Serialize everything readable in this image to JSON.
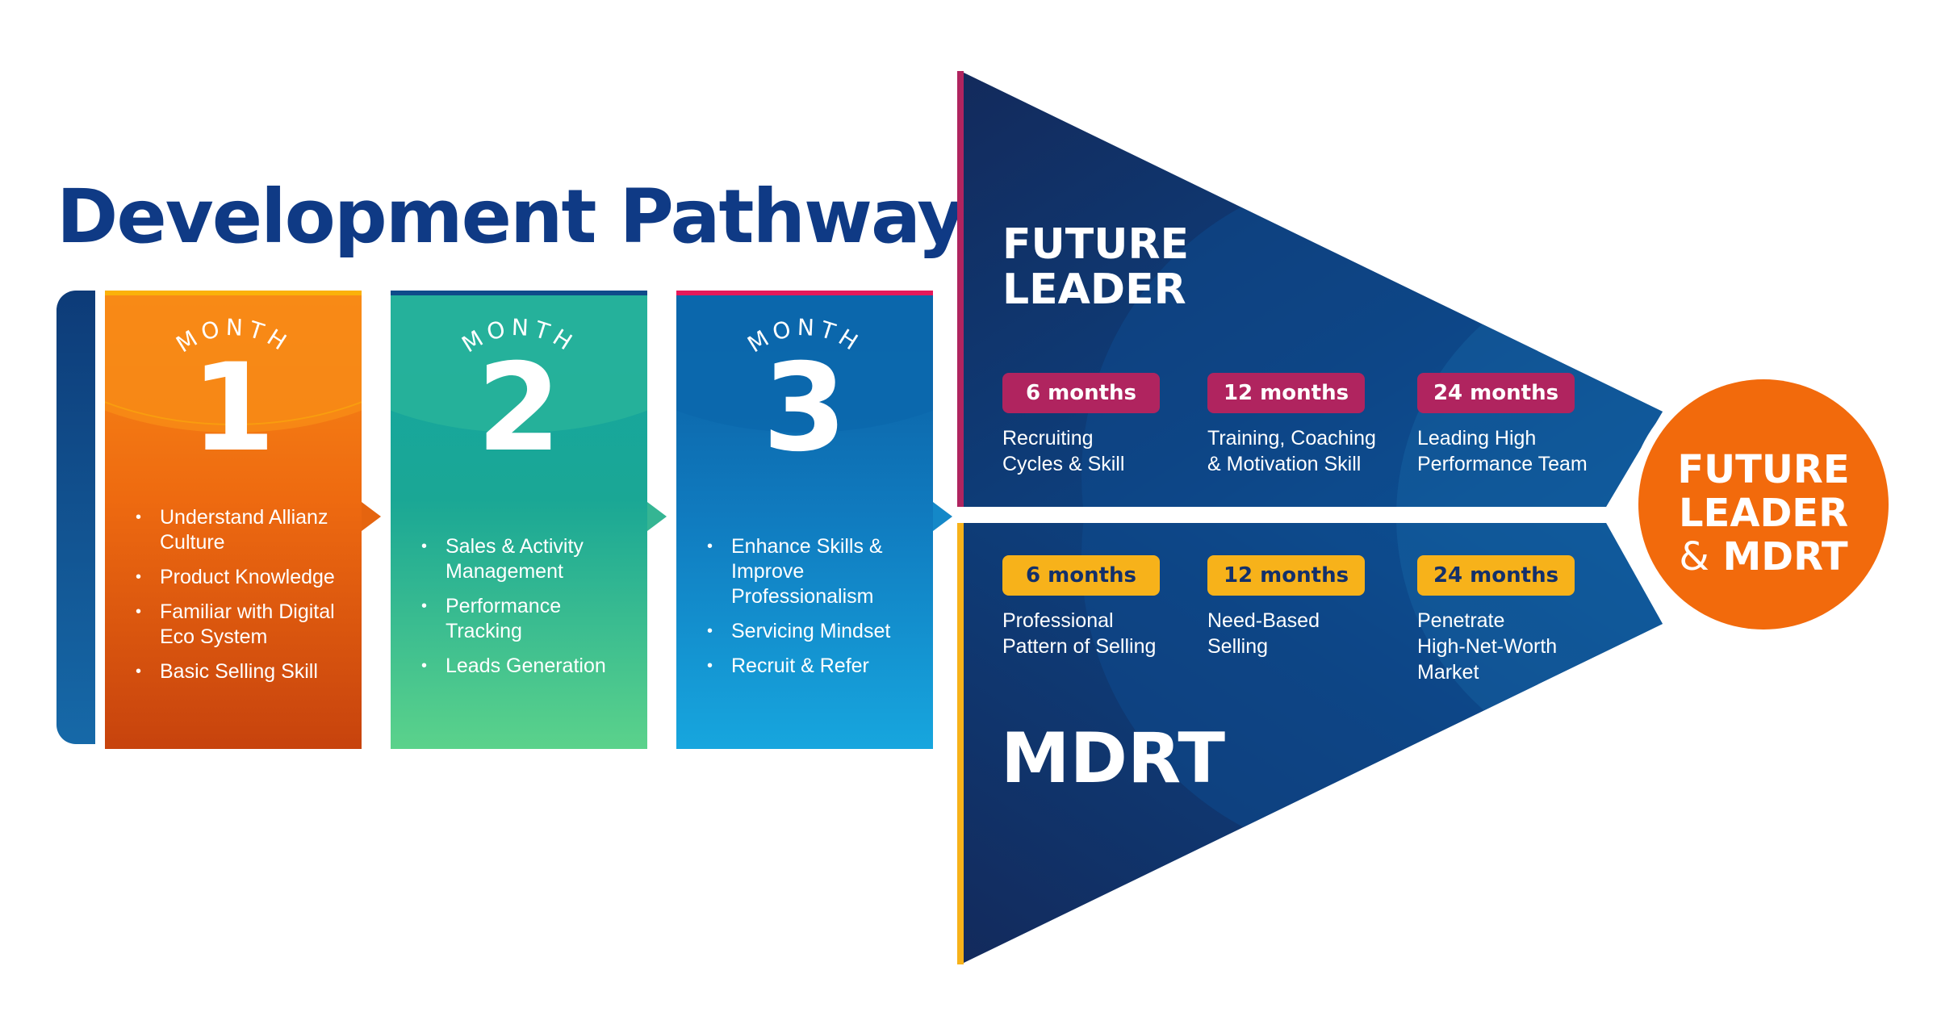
{
  "title": "Development Pathway",
  "months": [
    {
      "word": "MONTH",
      "number": "1",
      "items": [
        "Understand Allianz Culture",
        "Product Knowledge",
        "Familiar with Digital Eco System",
        "Basic Selling Skill"
      ]
    },
    {
      "word": "MONTH",
      "number": "2",
      "items": [
        "Sales & Activity Management",
        "Performance Tracking",
        "Leads Generation"
      ]
    },
    {
      "word": "MONTH",
      "number": "3",
      "items": [
        "Enhance  Skills & Improve Professionalism",
        "Servicing Mindset",
        "Recruit & Refer"
      ]
    }
  ],
  "future_leader": {
    "label_line1": "FUTURE",
    "label_line2": "LEADER",
    "stages": [
      {
        "duration": "6 months",
        "line1": "Recruiting",
        "line2": "Cycles & Skill"
      },
      {
        "duration": "12 months",
        "line1": "Training, Coaching",
        "line2": "& Motivation Skill"
      },
      {
        "duration": "24 months",
        "line1": "Leading High",
        "line2": "Performance Team"
      }
    ]
  },
  "mdrt": {
    "label": "MDRT",
    "stages": [
      {
        "duration": "6 months",
        "line1": "Professional",
        "line2": "Pattern of Selling",
        "line3": ""
      },
      {
        "duration": "12 months",
        "line1": "Need-Based",
        "line2": "Selling",
        "line3": ""
      },
      {
        "duration": "24 months",
        "line1": "Penetrate",
        "line2": "High-Net-Worth",
        "line3": "Market"
      }
    ]
  },
  "goal": {
    "line1": "FUTURE",
    "line2": "LEADER",
    "amp": "&",
    "line3": "MDRT"
  },
  "colors": {
    "title": "#0f3a85",
    "month1": "#f26a0c",
    "month2": "#1aa795",
    "month3": "#107cc0",
    "future_leader_accent": "#b0245f",
    "mdrt_accent": "#f7b21a",
    "funnel": "#0d3b78",
    "goal": "#f26a0c"
  }
}
